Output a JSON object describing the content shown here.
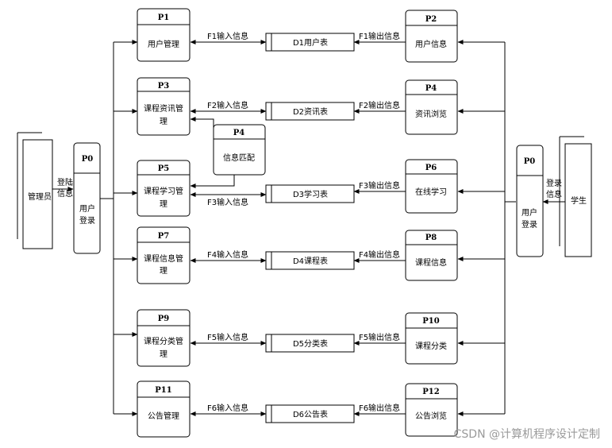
{
  "processes": {
    "P1": {
      "id": "P1",
      "label": "用户管理"
    },
    "P2": {
      "id": "P2",
      "label": "用户信息"
    },
    "P3": {
      "id": "P3",
      "label_lines": [
        "课程资讯管",
        "理"
      ]
    },
    "P4a": {
      "id": "P4",
      "label": "资讯浏览"
    },
    "P4b": {
      "id": "P4",
      "label": "信息匹配"
    },
    "P5": {
      "id": "P5",
      "label_lines": [
        "课程学习管",
        "理"
      ]
    },
    "P6": {
      "id": "P6",
      "label": "在线学习"
    },
    "P7": {
      "id": "P7",
      "label_lines": [
        "课程信息管",
        "理"
      ]
    },
    "P8": {
      "id": "P8",
      "label": "课程信息"
    },
    "P9": {
      "id": "P9",
      "label_lines": [
        "课程分类管",
        "理"
      ]
    },
    "P10": {
      "id": "P10",
      "label": "课程分类"
    },
    "P11": {
      "id": "P11",
      "label": "公告管理"
    },
    "P12": {
      "id": "P12",
      "label": "公告浏览"
    },
    "P0L": {
      "id": "P0",
      "label_lines": [
        "用户",
        "登录"
      ]
    },
    "P0R": {
      "id": "P0",
      "label_lines": [
        "用户",
        "登录"
      ]
    }
  },
  "stores": {
    "D1": "D1用户表",
    "D2": "D2资讯表",
    "D3": "D3学习表",
    "D4": "D4课程表",
    "D5": "D5分类表",
    "D6": "D6公告表"
  },
  "flows_in": {
    "F1": "F1输入信息",
    "F2": "F2输入信息",
    "F3": "F3输入信息",
    "F4": "F4输入信息",
    "F5": "F5输入信息",
    "F6": "F6输入信息"
  },
  "flows_out": {
    "F1": "F1输出信息",
    "F2": "F2输出信息",
    "F3": "F3输出信息",
    "F4": "F4输出信息",
    "F5": "F5输出信息",
    "F6": "F6输出信息"
  },
  "entities": {
    "admin": "管理员",
    "student": "学生"
  },
  "login_flow": [
    "登陆",
    "信息"
  ],
  "login_flow_right": [
    "登录",
    "信息"
  ],
  "watermark": "CSDN @计算机程序设计定制"
}
